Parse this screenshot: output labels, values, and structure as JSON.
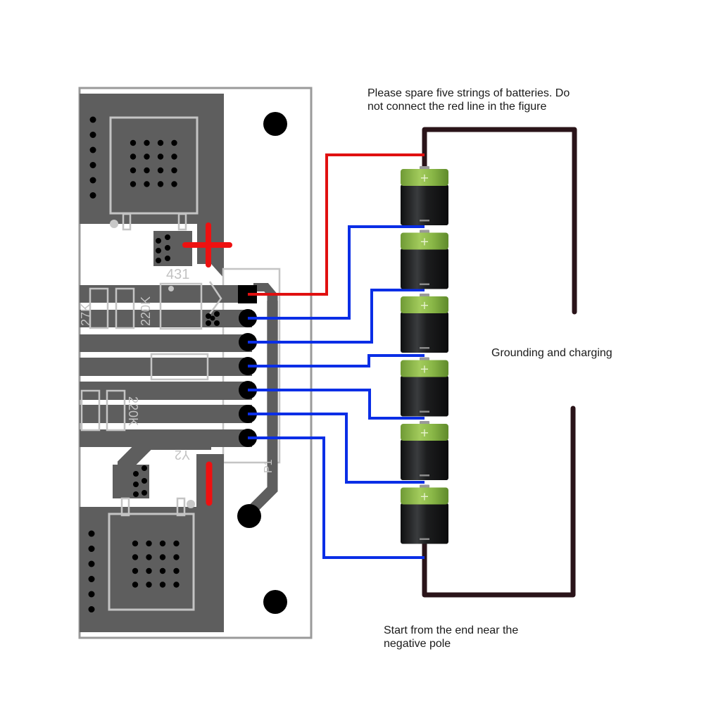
{
  "annotations": {
    "top_note": "Please spare five strings of batteries. Do\nnot connect the red line in the figure",
    "middle_note": "Grounding and charging",
    "bottom_note": "Start from the end near the\nnegative pole"
  },
  "pcb": {
    "silkscreen_labels": {
      "ic": "431",
      "resistor_top": "220K",
      "resistor_top_left": "27K",
      "resistor_bottom": "220K",
      "ref_y2": "Y2",
      "ref_p1": "P1"
    },
    "positive_marker": "+",
    "negative_marker": "−",
    "connector_pins": 7
  },
  "batteries": {
    "count": 6,
    "terminal_positive": "+",
    "terminal_negative": "−"
  },
  "wiring": {
    "colors": {
      "balance_wire": "#0a2ee6",
      "excluded_wire": "#e01010",
      "charge_loop": "#2a1419",
      "pcb_copper": "#5e5e5e",
      "pcb_outline": "#9a9a9a",
      "silkscreen": "#c4c4c4",
      "battery_cap": "#8db84a",
      "battery_body": "#1b1c1d"
    }
  }
}
